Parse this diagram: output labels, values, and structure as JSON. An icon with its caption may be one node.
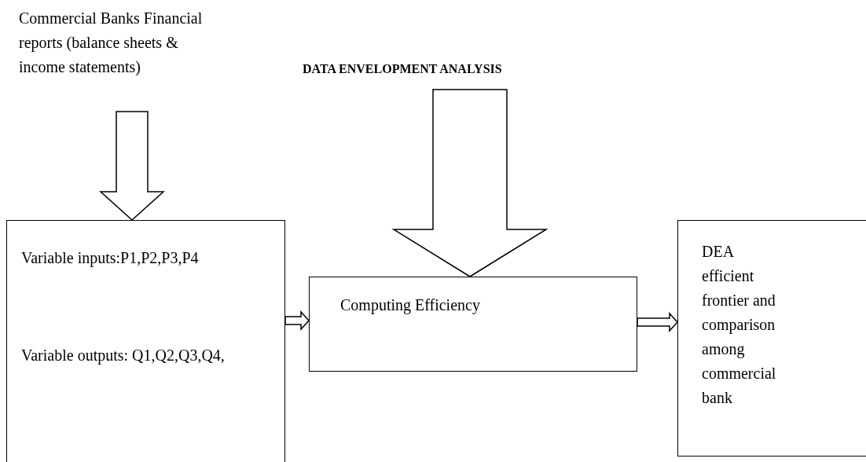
{
  "diagram": {
    "nodes": [
      {
        "text": [
          "Commercial Banks Financial reports (balance sheets & income statements)"
        ]
      },
      {
        "text": [
          "Variable inputs:P1,P2,P3,P4",
          "Variable outputs: Q1,Q2,Q3,Q4,"
        ]
      },
      {
        "text": [
          "DATA ENVELOPMENT ANALYSIS"
        ]
      },
      {
        "text": [
          "Computing Efficiency"
        ]
      },
      {
        "text": [
          "DEA efficient frontier and comparison among commercial bank"
        ]
      }
    ],
    "edges": [
      {
        "from": 0,
        "to": 1,
        "arrow": "to"
      },
      {
        "from": 2,
        "to": 3,
        "arrow": "to"
      },
      {
        "from": 1,
        "to": 3,
        "arrow": "to"
      },
      {
        "from": 3,
        "to": 4,
        "arrow": "to"
      }
    ]
  }
}
